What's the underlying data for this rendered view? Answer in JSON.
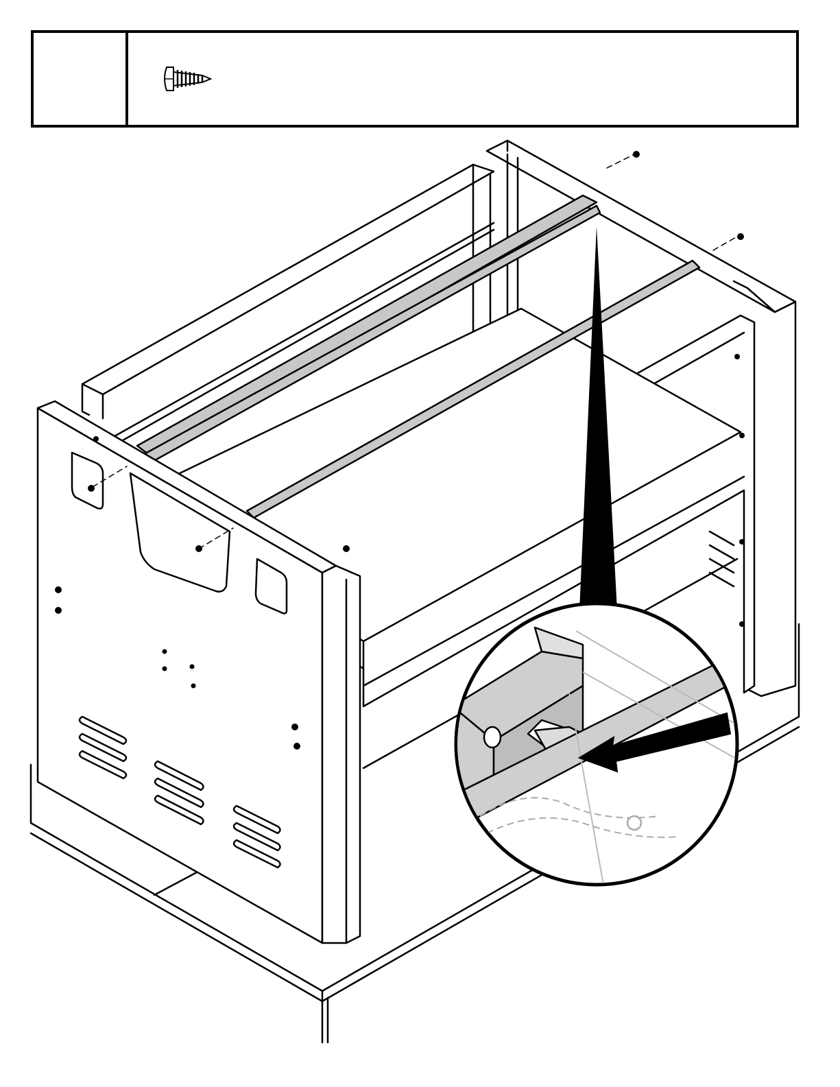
{
  "hardware": {
    "icon": "pan-head-screw-icon"
  },
  "illustration": {
    "icon": "grill-cart-assembly-diagram",
    "detail_icon": "bracket-slot-detail-magnifier",
    "arrow_icon": "insert-direction-arrow"
  },
  "colors": {
    "line": "#000000",
    "rail_fill": "#c8c8c8",
    "background": "#ffffff"
  }
}
